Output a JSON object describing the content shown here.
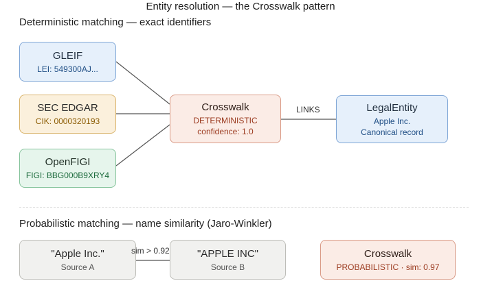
{
  "title": "Entity resolution — the Crosswalk pattern",
  "deterministic": {
    "heading": "Deterministic matching — exact identifiers",
    "sources": [
      {
        "name": "GLEIF",
        "sub": "LEI: 549300AJ..."
      },
      {
        "name": "SEC EDGAR",
        "sub": "CIK: 0000320193"
      },
      {
        "name": "OpenFIGI",
        "sub": "FIGI: BBG000B9XRY4"
      }
    ],
    "crosswalk": {
      "name": "Crosswalk",
      "line1": "DETERMINISTIC",
      "line2": "confidence: 1.0"
    },
    "link_label": "LINKS",
    "entity": {
      "name": "LegalEntity",
      "line1": "Apple Inc.",
      "line2": "Canonical record"
    }
  },
  "probabilistic": {
    "heading": "Probabilistic matching — name similarity (Jaro-Winkler)",
    "source_a": {
      "name": "\"Apple Inc.\"",
      "sub": "Source A"
    },
    "similarity_label": "sim > 0.92",
    "source_b": {
      "name": "\"APPLE INC\"",
      "sub": "Source B"
    },
    "crosswalk": {
      "name": "Crosswalk",
      "sub": "PROBABILISTIC · sim: 0.97"
    }
  },
  "colors": {
    "blue_fill": "#e6f0fb",
    "blue_border": "#7fa6d6",
    "blue_text": "#1f4e85",
    "amber_fill": "#fbf0dc",
    "amber_border": "#d9b36a",
    "amber_text": "#8a5a00",
    "green_fill": "#e6f5ec",
    "green_border": "#86c49c",
    "green_text": "#1d6b3d",
    "red_fill": "#fbece6",
    "red_border": "#d99a86",
    "red_text": "#9b3a1f",
    "gray_fill": "#f1f1ef",
    "gray_border": "#bdbdb8",
    "gray_text": "#555555"
  }
}
